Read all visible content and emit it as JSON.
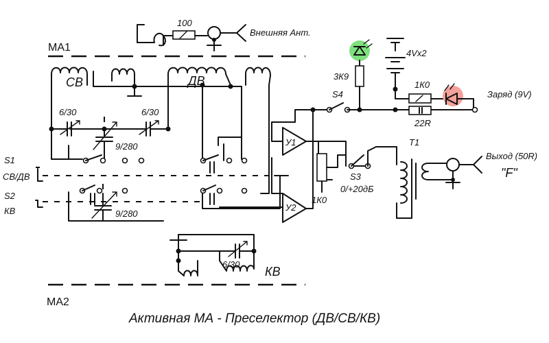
{
  "title": "Активная МА - Преселектор (ДВ/СВ/КВ)",
  "labels": {
    "ma1": "МА1",
    "ma2": "МА2",
    "ext_ant": "Внешняя Ант.",
    "r_100": "100",
    "sv": "СВ",
    "dv": "ДВ",
    "kv": "КВ",
    "cap1": "6/30",
    "cap2": "6/30",
    "cap_var1": "9/280",
    "cap_var2": "9/280",
    "cap_kv": "6/30",
    "s1": "S1",
    "s1_mode": "СВ/ДВ",
    "s2": "S2",
    "s2_mode": "КВ",
    "batt": "4Vx2",
    "r_3k9": "3К9",
    "s4": "S4",
    "r_1k0": "1К0",
    "r_22r": "22R",
    "charge": "Заряд (9V)",
    "u1": "У1",
    "u2": "У2",
    "s3": "S3",
    "gain": "0/+20дБ",
    "pot": "1К0",
    "t1": "T1",
    "out": "Выход (50R)",
    "f_conn": "\"F\""
  },
  "colors": {
    "led_green": "#7fe07f",
    "led_red": "#f2a29a"
  }
}
